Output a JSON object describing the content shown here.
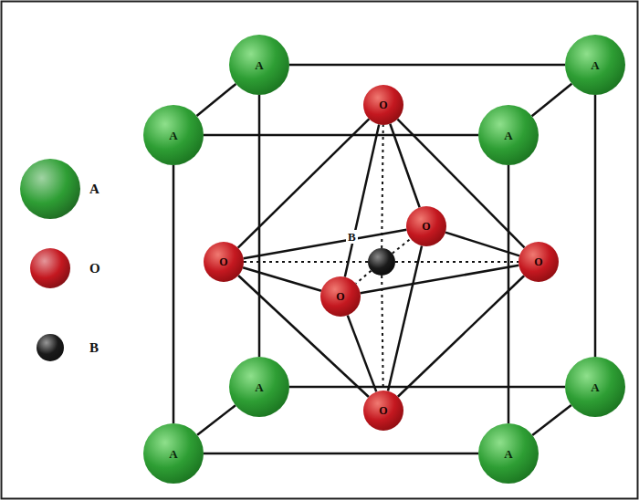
{
  "diagram": {
    "nodes": [
      {
        "text": [
          "A"
        ]
      },
      {
        "text": [
          "A"
        ]
      },
      {
        "text": [
          "A"
        ]
      },
      {
        "text": [
          "A"
        ]
      },
      {
        "text": [
          "O"
        ]
      },
      {
        "text": [
          "O"
        ]
      },
      {
        "text": [
          "O"
        ]
      },
      {
        "text": [
          "B"
        ]
      },
      {
        "text": [
          "O"
        ]
      },
      {
        "text": [
          "O"
        ]
      },
      {
        "text": [
          "A"
        ]
      },
      {
        "text": [
          "A"
        ]
      },
      {
        "text": [
          "O"
        ]
      },
      {
        "text": [
          "A"
        ]
      },
      {
        "text": [
          "A"
        ]
      }
    ],
    "edges": [
      {
        "from": 0,
        "to": 1,
        "arrow": "none"
      },
      {
        "from": 2,
        "to": 3,
        "arrow": "none"
      },
      {
        "from": 0,
        "to": 2,
        "arrow": "none"
      },
      {
        "from": 1,
        "to": 3,
        "arrow": "none"
      },
      {
        "from": 10,
        "to": 11,
        "arrow": "none"
      },
      {
        "from": 13,
        "to": 14,
        "arrow": "none"
      },
      {
        "from": 10,
        "to": 13,
        "arrow": "none"
      },
      {
        "from": 11,
        "to": 14,
        "arrow": "none"
      },
      {
        "from": 0,
        "to": 10,
        "arrow": "none"
      },
      {
        "from": 1,
        "to": 11,
        "arrow": "none"
      },
      {
        "from": 2,
        "to": 13,
        "arrow": "none"
      },
      {
        "from": 3,
        "to": 14,
        "arrow": "none"
      },
      {
        "from": 4,
        "to": 5,
        "arrow": "none"
      },
      {
        "from": 4,
        "to": 6,
        "arrow": "none"
      },
      {
        "from": 4,
        "to": 8,
        "arrow": "none"
      },
      {
        "from": 4,
        "to": 9,
        "arrow": "none"
      },
      {
        "from": 12,
        "to": 5,
        "arrow": "none"
      },
      {
        "from": 12,
        "to": 6,
        "arrow": "none"
      },
      {
        "from": 12,
        "to": 8,
        "arrow": "none"
      },
      {
        "from": 12,
        "to": 9,
        "arrow": "none"
      },
      {
        "from": 6,
        "to": 5,
        "arrow": "none"
      },
      {
        "from": 5,
        "to": 8,
        "arrow": "none"
      },
      {
        "from": 8,
        "to": 9,
        "arrow": "none"
      },
      {
        "from": 9,
        "to": 6,
        "arrow": "none"
      },
      {
        "from": 7,
        "to": 4,
        "arrow": "none"
      },
      {
        "from": 7,
        "to": 12,
        "arrow": "none"
      },
      {
        "from": 7,
        "to": 6,
        "arrow": "none"
      },
      {
        "from": 7,
        "to": 8,
        "arrow": "none"
      },
      {
        "from": 7,
        "to": 5,
        "arrow": "none"
      },
      {
        "from": 7,
        "to": 9,
        "arrow": "none"
      }
    ],
    "legend": [
      {
        "text": "A",
        "color": "#2e9e34"
      },
      {
        "text": "O",
        "color": "#c41820"
      },
      {
        "text": "B",
        "color": "#1a1a1a"
      }
    ]
  }
}
